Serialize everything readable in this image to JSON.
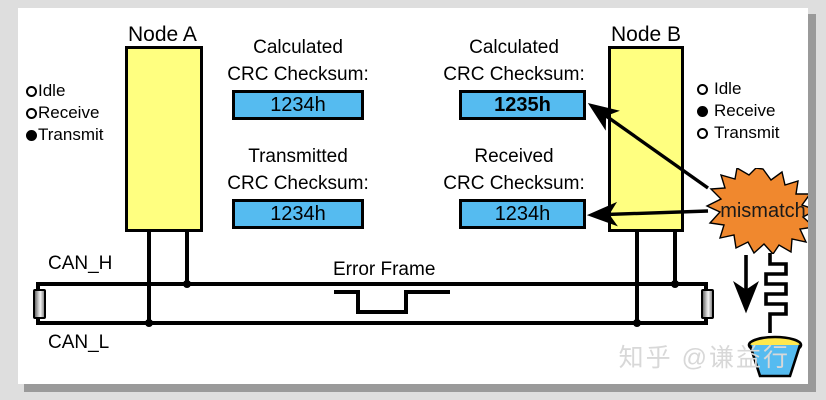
{
  "diagram": {
    "title_hidden": "CAN bus CRC mismatch error frame diagram",
    "colors": {
      "node_fill": "#ffff80",
      "crc_fill": "#55bbf0",
      "star_fill": "#f0882e",
      "wire": "#000000",
      "frame": "#dedede",
      "watermark": "#d8d8d8"
    }
  },
  "nodeA": {
    "title": "Node A",
    "status": [
      {
        "label": "Idle",
        "active": false
      },
      {
        "label": "Receive",
        "active": false
      },
      {
        "label": "Transmit",
        "active": true
      }
    ],
    "blocks": [
      {
        "caption_line1": "Calculated",
        "caption_line2": "CRC Checksum:",
        "value": "1234h",
        "bold": false
      },
      {
        "caption_line1": "Transmitted",
        "caption_line2": "CRC Checksum:",
        "value": "1234h",
        "bold": false
      }
    ]
  },
  "nodeB": {
    "title": "Node B",
    "status": [
      {
        "label": "Idle",
        "active": false
      },
      {
        "label": "Receive",
        "active": true
      },
      {
        "label": "Transmit",
        "active": false
      }
    ],
    "blocks": [
      {
        "caption_line1": "Calculated",
        "caption_line2": "CRC Checksum:",
        "value": "1235h",
        "bold": true
      },
      {
        "caption_line1": "Received",
        "caption_line2": "CRC Checksum:",
        "value": "1234h",
        "bold": false
      }
    ]
  },
  "bus": {
    "can_high_label": "CAN_H",
    "can_low_label": "CAN_L",
    "error_frame_label": "Error Frame"
  },
  "annotation": {
    "mismatch_label": "mismatch"
  },
  "watermark": {
    "text": "知乎 @谦益行"
  }
}
